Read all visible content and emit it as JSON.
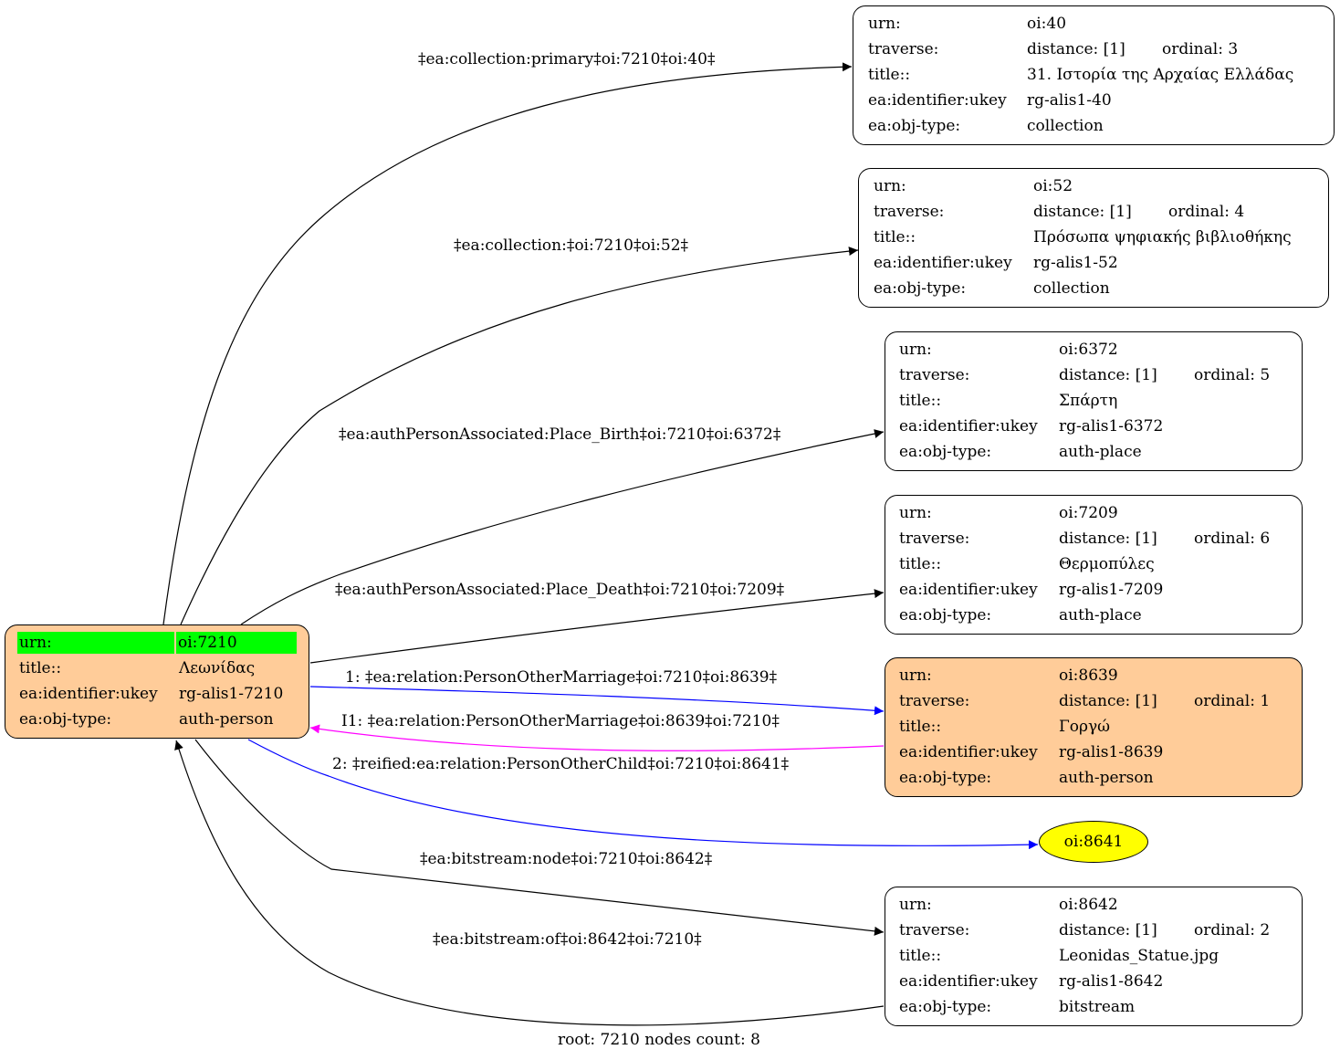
{
  "root_node": {
    "rows": [
      {
        "key": "urn:",
        "value": "oi:7210"
      },
      {
        "key": "title::",
        "value": "Λεωνίδας"
      },
      {
        "key": "ea:identifier:ukey",
        "value": "rg-alis1-7210"
      },
      {
        "key": "ea:obj-type:",
        "value": "auth-person"
      }
    ],
    "highlight_color": "#00ff00",
    "fill_color": "#ffcc99"
  },
  "nodes": [
    {
      "urn_key": "urn:",
      "urn": "oi:40",
      "traverse_key": "traverse:",
      "distance": "distance: [1]",
      "ordinal": "ordinal: 3",
      "title_key": "title::",
      "title": "31. Ιστορία της Αρχαίας Ελλάδας",
      "ukey_key": "ea:identifier:ukey",
      "ukey": "rg-alis1-40",
      "type_key": "ea:obj-type:",
      "type": "collection"
    },
    {
      "urn_key": "urn:",
      "urn": "oi:52",
      "traverse_key": "traverse:",
      "distance": "distance: [1]",
      "ordinal": "ordinal: 4",
      "title_key": "title::",
      "title": "Πρόσωπα ψηφιακής βιβλιοθήκης",
      "ukey_key": "ea:identifier:ukey",
      "ukey": "rg-alis1-52",
      "type_key": "ea:obj-type:",
      "type": "collection"
    },
    {
      "urn_key": "urn:",
      "urn": "oi:6372",
      "traverse_key": "traverse:",
      "distance": "distance: [1]",
      "ordinal": "ordinal: 5",
      "title_key": "title::",
      "title": "Σπάρτη",
      "ukey_key": "ea:identifier:ukey",
      "ukey": "rg-alis1-6372",
      "type_key": "ea:obj-type:",
      "type": "auth-place"
    },
    {
      "urn_key": "urn:",
      "urn": "oi:7209",
      "traverse_key": "traverse:",
      "distance": "distance: [1]",
      "ordinal": "ordinal: 6",
      "title_key": "title::",
      "title": "Θερμοπύλες",
      "ukey_key": "ea:identifier:ukey",
      "ukey": "rg-alis1-7209",
      "type_key": "ea:obj-type:",
      "type": "auth-place"
    },
    {
      "urn_key": "urn:",
      "urn": "oi:8639",
      "traverse_key": "traverse:",
      "distance": "distance: [1]",
      "ordinal": "ordinal: 1",
      "title_key": "title::",
      "title": "Γοργώ",
      "ukey_key": "ea:identifier:ukey",
      "ukey": "rg-alis1-8639",
      "type_key": "ea:obj-type:",
      "type": "auth-person"
    },
    {
      "urn_key": "urn:",
      "urn": "oi:8642",
      "traverse_key": "traverse:",
      "distance": "distance: [1]",
      "ordinal": "ordinal: 2",
      "title_key": "title::",
      "title": "Leonidas_Statue.jpg",
      "ukey_key": "ea:identifier:ukey",
      "ukey": "rg-alis1-8642",
      "type_key": "ea:obj-type:",
      "type": "bitstream"
    }
  ],
  "reified_node": {
    "label": "oi:8641",
    "fill_color": "#ffff00"
  },
  "edges": [
    {
      "label": "‡ea:collection:primary‡oi:7210‡oi:40‡",
      "color": "#000000"
    },
    {
      "label": "‡ea:collection:‡oi:7210‡oi:52‡",
      "color": "#000000"
    },
    {
      "label": "‡ea:authPersonAssociated:Place_Birth‡oi:7210‡oi:6372‡",
      "color": "#000000"
    },
    {
      "label": "‡ea:authPersonAssociated:Place_Death‡oi:7210‡oi:7209‡",
      "color": "#000000"
    },
    {
      "label": "1: ‡ea:relation:PersonOtherMarriage‡oi:7210‡oi:8639‡",
      "color": "#0000ff"
    },
    {
      "label": "I1: ‡ea:relation:PersonOtherMarriage‡oi:8639‡oi:7210‡",
      "color": "#ff00ff"
    },
    {
      "label": "2: ‡reified:ea:relation:PersonOtherChild‡oi:7210‡oi:8641‡",
      "color": "#0000ff"
    },
    {
      "label": "‡ea:bitstream:node‡oi:7210‡oi:8642‡",
      "color": "#000000"
    },
    {
      "label": "‡ea:bitstream:of‡oi:8642‡oi:7210‡",
      "color": "#000000"
    }
  ],
  "footer": "root: 7210 nodes count: 8"
}
